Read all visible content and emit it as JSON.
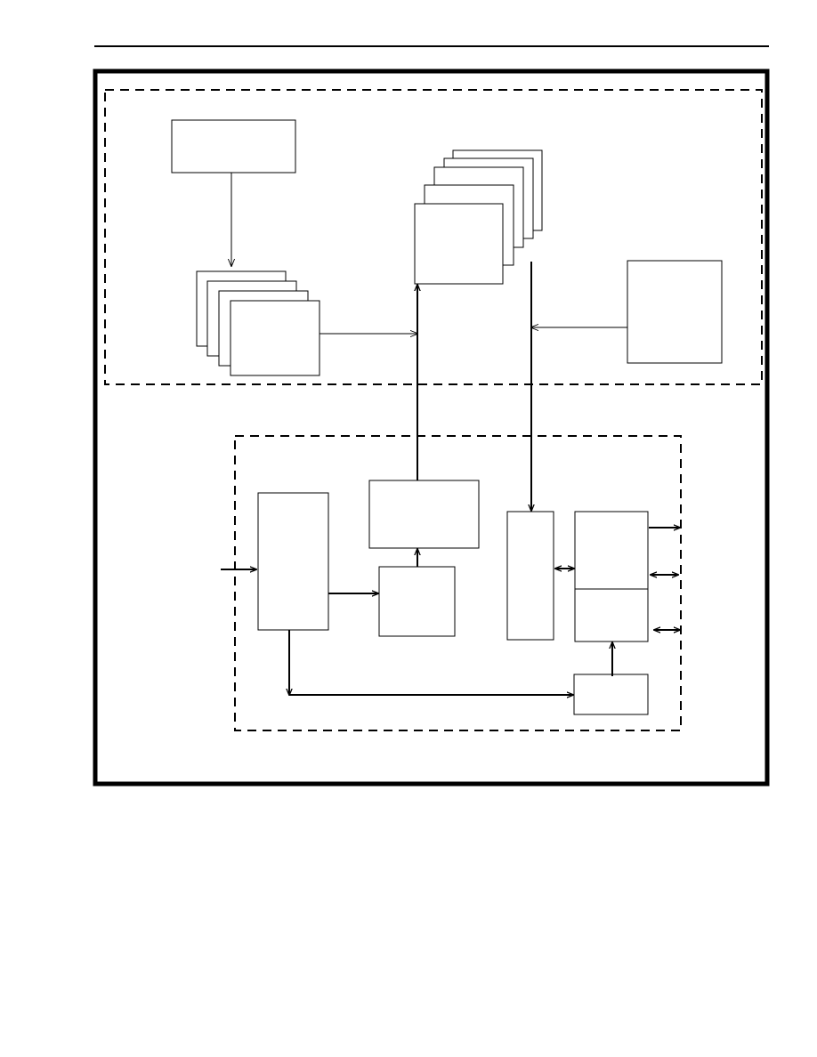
{
  "page": {
    "header_rule": true
  },
  "diagram": {
    "frame_style": "thick-black-border",
    "upper_group": {
      "boundary": "dashed",
      "blocks": [
        {
          "id": "top-source-box",
          "label": "",
          "stacked_count": 1
        },
        {
          "id": "left-stack",
          "label": "",
          "stacked_count": 4
        },
        {
          "id": "center-stack",
          "label": "",
          "stacked_count": 5
        },
        {
          "id": "right-box",
          "label": "",
          "stacked_count": 1
        }
      ]
    },
    "lower_group": {
      "boundary": "dashed",
      "blocks": [
        {
          "id": "tall-left-block",
          "label": ""
        },
        {
          "id": "upper-center-block",
          "label": ""
        },
        {
          "id": "lower-center-block",
          "label": ""
        },
        {
          "id": "narrow-block",
          "label": ""
        },
        {
          "id": "split-block",
          "label": "",
          "sections": 2
        },
        {
          "id": "bottom-right-block",
          "label": ""
        }
      ],
      "external_ports": {
        "inputs": 1,
        "outputs": 1,
        "bidirectional": 2
      }
    },
    "colors": {
      "line": "#000000",
      "background": "#ffffff"
    }
  }
}
